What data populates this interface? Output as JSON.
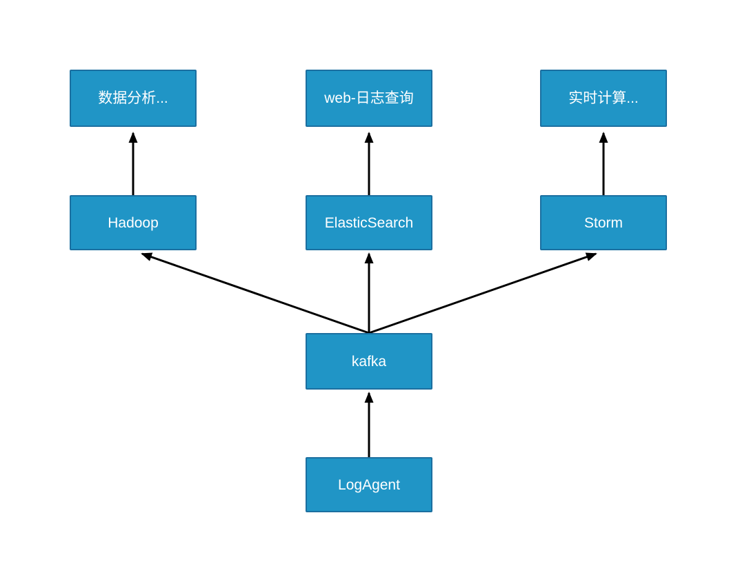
{
  "colors": {
    "background": "#FFFFFF",
    "node_fill": "#2095C6",
    "node_border": "#1B6FA0",
    "node_text": "#FFFFFF",
    "arrow": "#000000"
  },
  "nodes": {
    "data_analysis": {
      "label": "数据分析..."
    },
    "web_log_query": {
      "label": "web-日志查询"
    },
    "realtime_compute": {
      "label": "实时计算..."
    },
    "hadoop": {
      "label": "Hadoop"
    },
    "elasticsearch": {
      "label": "ElasticSearch"
    },
    "storm": {
      "label": "Storm"
    },
    "kafka": {
      "label": "kafka"
    },
    "log_agent": {
      "label": "LogAgent"
    }
  },
  "edges": [
    {
      "from": "LogAgent",
      "to": "kafka"
    },
    {
      "from": "kafka",
      "to": "Hadoop"
    },
    {
      "from": "kafka",
      "to": "ElasticSearch"
    },
    {
      "from": "kafka",
      "to": "Storm"
    },
    {
      "from": "Hadoop",
      "to": "数据分析..."
    },
    {
      "from": "ElasticSearch",
      "to": "web-日志查询"
    },
    {
      "from": "Storm",
      "to": "实时计算..."
    }
  ]
}
